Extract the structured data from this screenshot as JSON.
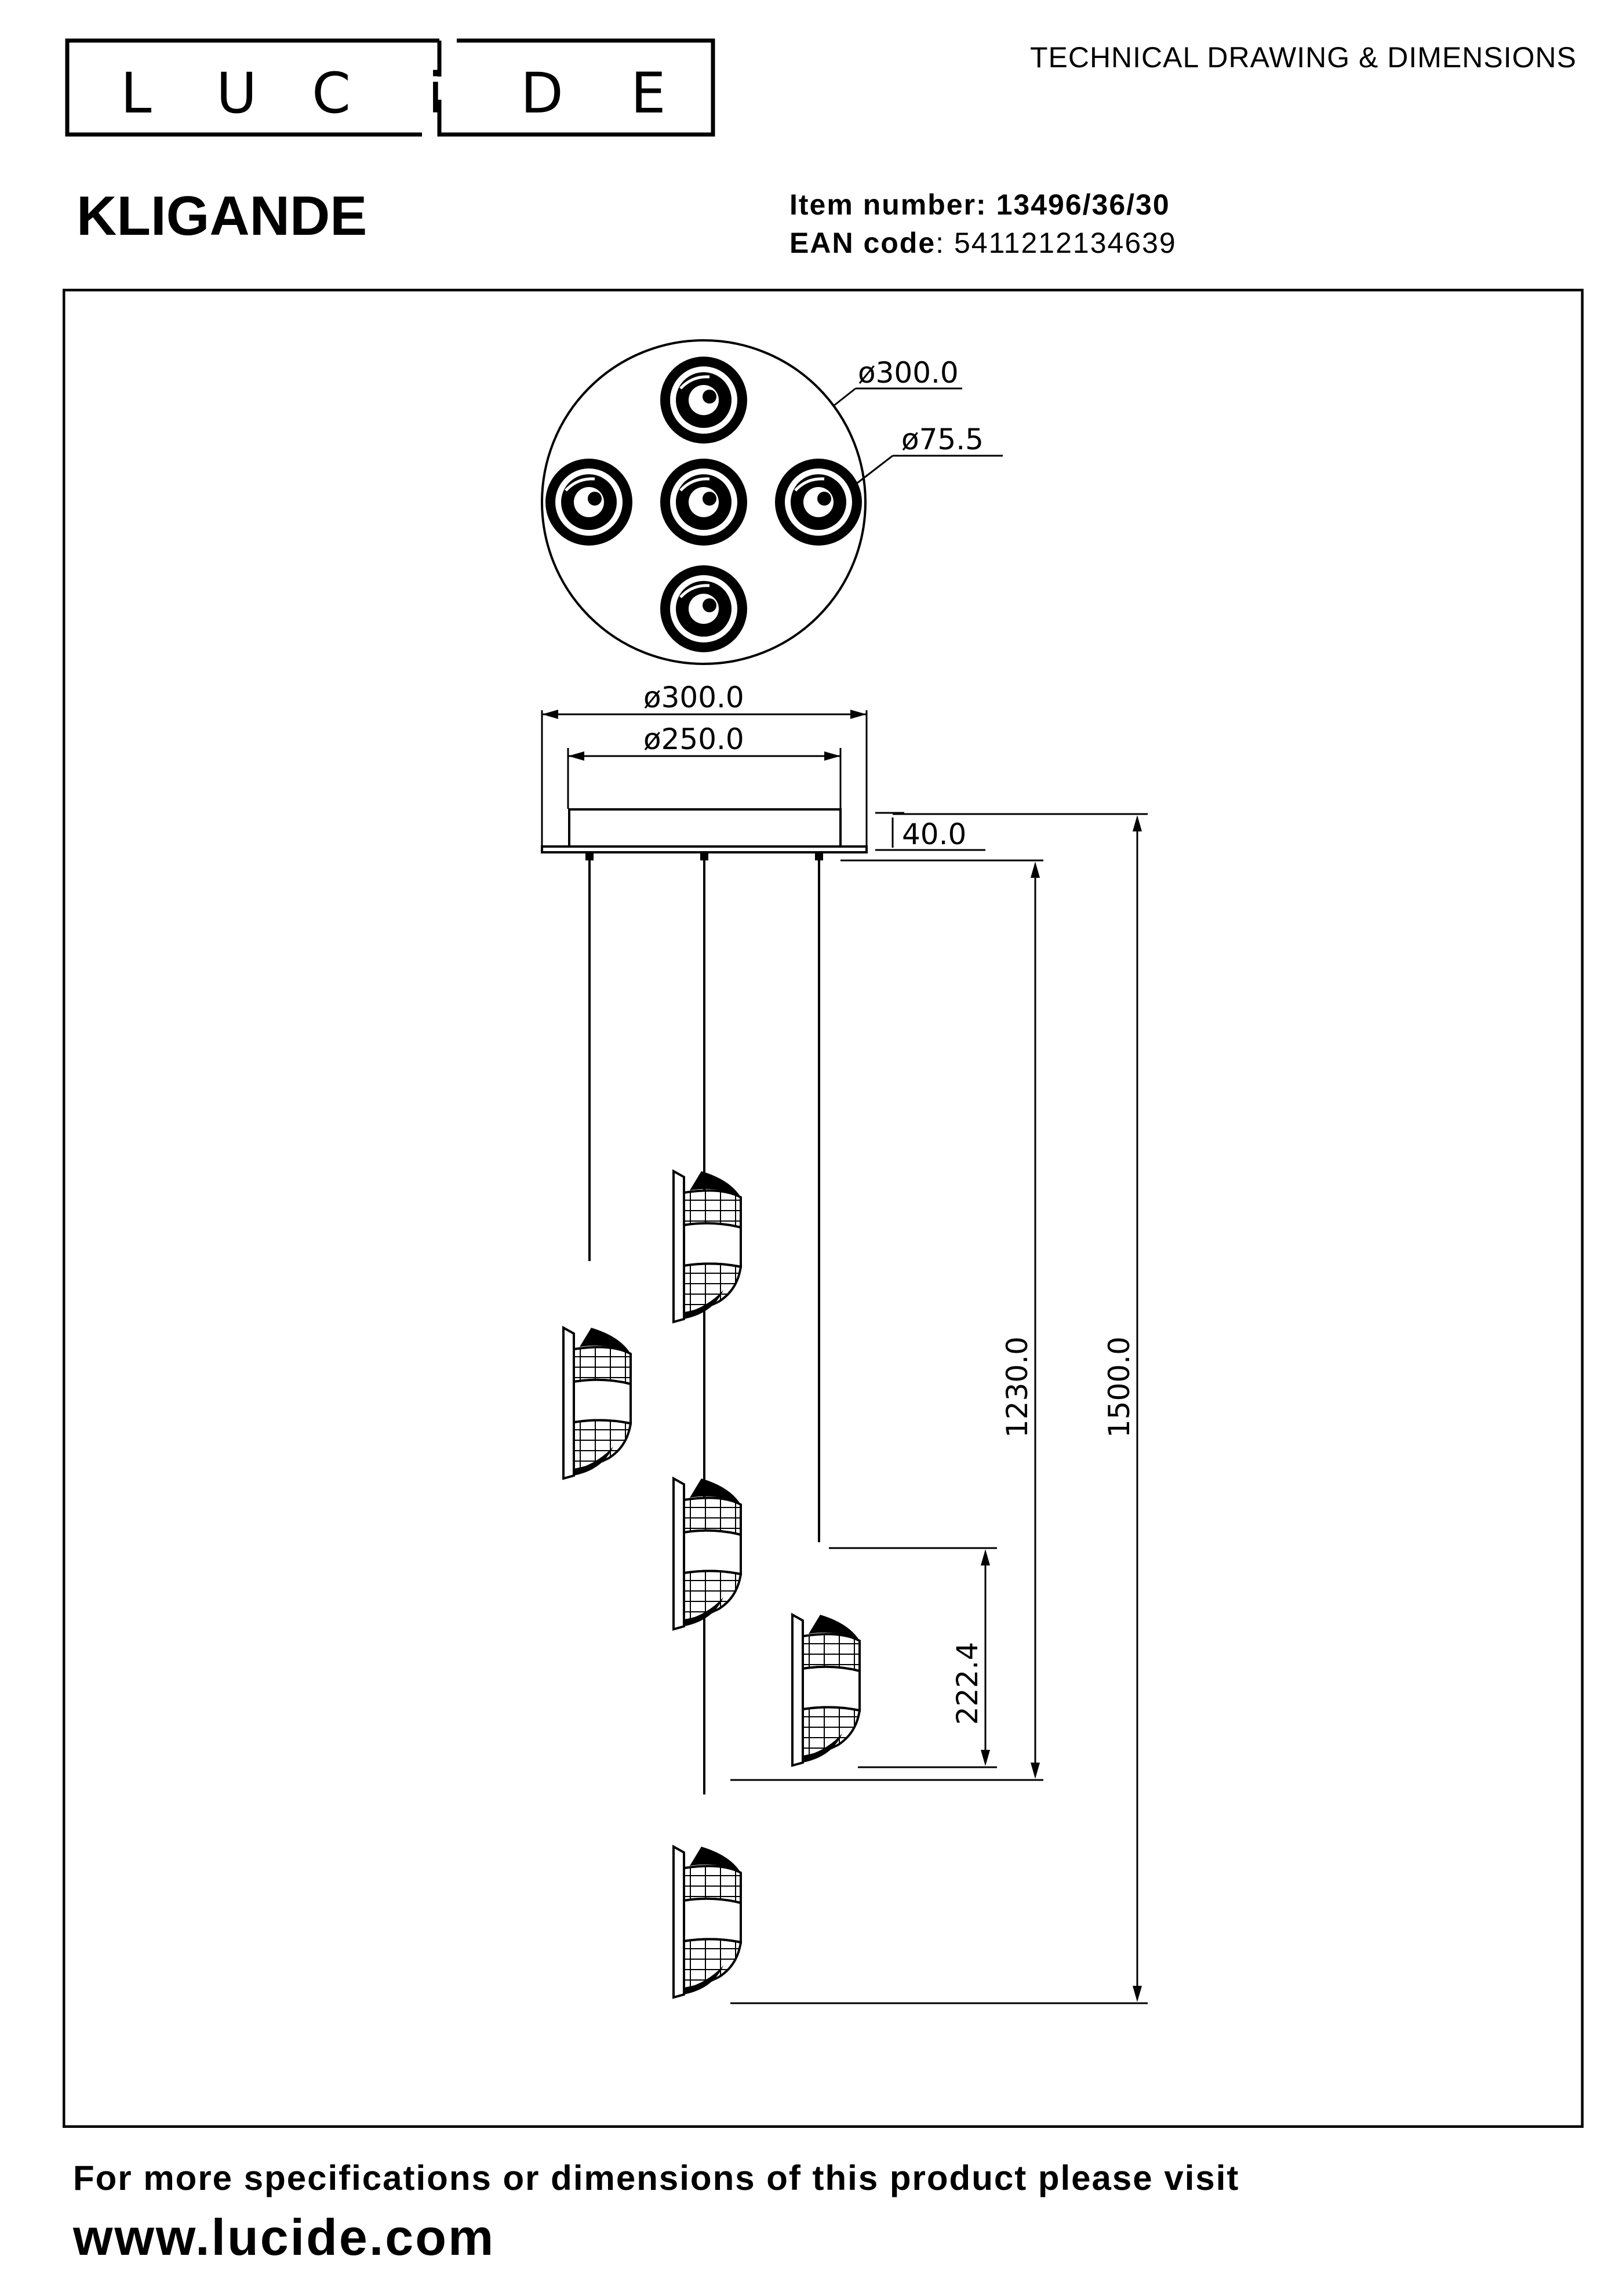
{
  "brand": {
    "letters": [
      "L",
      "U",
      "C",
      "i",
      "D",
      "E"
    ]
  },
  "header": {
    "doc_type": "TECHNICAL DRAWING & DIMENSIONS",
    "product_name": "KLIGANDE",
    "item_label": "Item number:",
    "item_number": "13496/36/30",
    "ean_label": "EAN code",
    "ean_value": ": 5411212134639"
  },
  "drawing": {
    "top_view": {
      "canopy_diameter": "ø300.0",
      "head_diameter": "ø75.5"
    },
    "side_view": {
      "canopy_outer_diameter": "ø300.0",
      "canopy_inner_diameter": "ø250.0",
      "canopy_height": "40.0",
      "height_to_lowest_top": "1230.0",
      "overall_height": "1500.0",
      "shade_height": "222.4"
    }
  },
  "footer": {
    "line1": "For more specifications or dimensions of this product please visit",
    "line2": "www.lucide.com"
  }
}
